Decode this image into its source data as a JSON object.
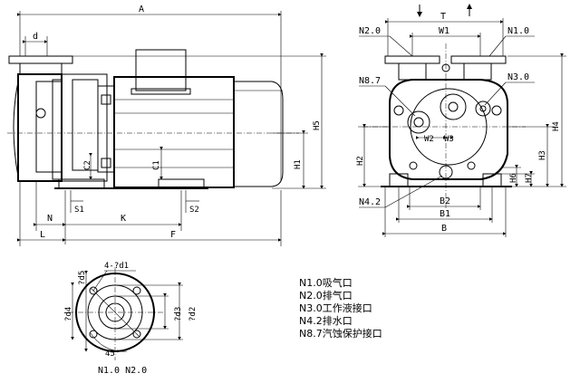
{
  "side_view": {
    "dims": {
      "A": "A",
      "d": "d",
      "C2": "C2",
      "C1": "C1",
      "H1": "H1",
      "H5": "H5",
      "S1": "S1",
      "S2": "S2",
      "N": "N",
      "K": "K",
      "L": "L",
      "F": "F"
    }
  },
  "end_view": {
    "dims": {
      "T": "T",
      "W1": "W1",
      "W2": "W2",
      "W3": "W3",
      "N2": "N2.0",
      "N1": "N1.0",
      "N8": "N8.7",
      "N3": "N3.0",
      "N4": "N4.2",
      "H2": "H2",
      "H3": "H3",
      "H4": "H4",
      "H6": "H6",
      "H7": "H7",
      "B": "B",
      "B1": "B1",
      "B2": "B2"
    }
  },
  "flange_view": {
    "dims": {
      "d1": "4-?d1",
      "d5": "?d5",
      "d4": "?d4",
      "d3": "?d3",
      "d2": "?d2",
      "angle": "45°",
      "ports": "N1.0 N2.0"
    }
  },
  "legend": [
    "N1.0吸气口",
    "N2.0排气口",
    "N3.0工作液接口",
    "N4.2排水口",
    "N8.7汽蚀保护接口"
  ]
}
